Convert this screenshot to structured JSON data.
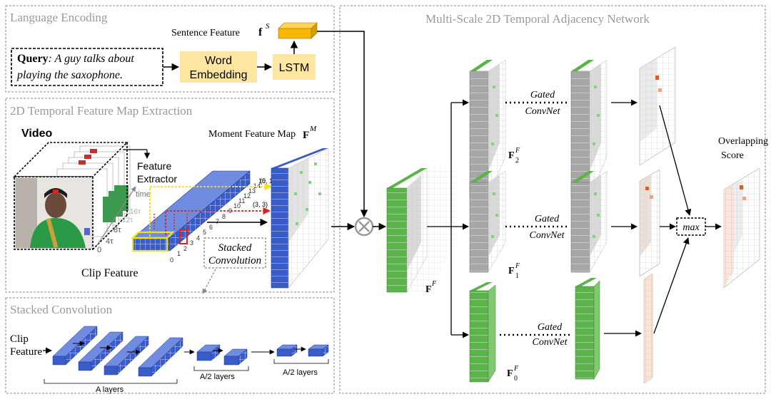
{
  "panels": {
    "language_encoding": "Language Encoding",
    "feature_map_extraction": "2D Temporal Feature Map Extraction",
    "stacked_convolution": "Stacked Convolution",
    "multi_scale": "Multi-Scale 2D Temporal Adjacency Network"
  },
  "language": {
    "query_label": "Query",
    "query_text_1": ": A guy talks about",
    "query_text_2": "playing the saxophone.",
    "word_embedding_1": "Word",
    "word_embedding_2": "Embedding",
    "lstm": "LSTM",
    "sentence_feature": "Sentence Feature",
    "sentence_symbol": "f",
    "sentence_sup": "S"
  },
  "extraction": {
    "video": "Video",
    "feature_extractor_1": "Feature",
    "feature_extractor_2": "Extractor",
    "time_label": "time",
    "time_ticks": [
      "0",
      "4τ",
      "8τ",
      "12τ",
      "16τ"
    ],
    "moment_map_label": "Moment Feature Map",
    "moment_symbol": "F",
    "moment_sup": "M",
    "coord_01": "(0, 1)",
    "coord_33": "(3, 3)",
    "index_ticks": [
      "0",
      "1",
      "2",
      "3",
      "4",
      "5",
      "6",
      "7",
      "8",
      "9",
      "10",
      "11",
      "12",
      "13",
      "14",
      "15"
    ],
    "clip_feature": "Clip Feature",
    "stacked_1": "Stacked",
    "stacked_2": "Convolution"
  },
  "stacked": {
    "clip_feature_1": "Clip",
    "clip_feature_2": "Feature",
    "a_layers": "A layers",
    "a2_layers_1": "A/2 layers",
    "a2_layers_2": "A/2 layers"
  },
  "network": {
    "fused_symbol": "F",
    "fused_sup": "F",
    "f2_sub": "2",
    "f1_sub": "1",
    "f0_sub": "0",
    "gated_1": "Gated",
    "convnet_1": "ConvNet",
    "gated_2": "Gated",
    "convnet_2": "ConvNet",
    "gated_3": "Gated",
    "convnet_3": "ConvNet",
    "max_label": "max",
    "overlap_1": "Overlapping",
    "overlap_2": "Score"
  },
  "colors": {
    "panel_border": "#8a8a8a",
    "yellow_box": "#fce6a1",
    "lstm_yellow": "#f5b700",
    "blue": "#3a5cc8",
    "green": "#5bb44a",
    "grey": "#a7a7a7",
    "orange_cell": "#c9652d",
    "red_dash": "#e02020",
    "yellow_dash": "#f2e21a"
  }
}
